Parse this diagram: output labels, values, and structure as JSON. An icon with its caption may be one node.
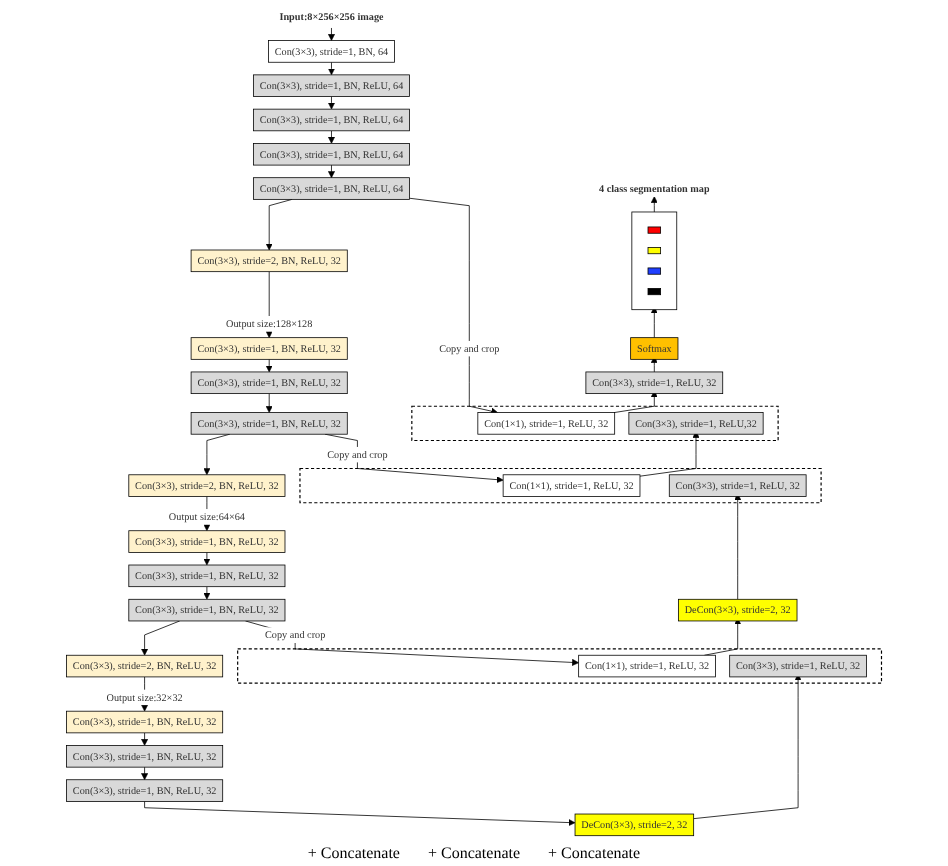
{
  "diagram": {
    "nodes": [
      {
        "text": [
          "Input:8×256×256 image"
        ]
      },
      {
        "text": [
          "Con(3×3), stride=1, BN, 64"
        ]
      },
      {
        "text": [
          "Con(3×3), stride=1, BN, ReLU, 64"
        ]
      },
      {
        "text": [
          "Con(3×3), stride=1, BN, ReLU, 64"
        ]
      },
      {
        "text": [
          "Con(3×3), stride=1, BN, ReLU, 64"
        ]
      },
      {
        "text": [
          "Con(3×3), stride=1, BN, ReLU, 64"
        ]
      },
      {
        "text": [
          "Con(3×3), stride=2, BN, ReLU, 32"
        ]
      },
      {
        "text": [
          "Con(3×3), stride=1, BN, ReLU, 32"
        ]
      },
      {
        "text": [
          "Con(3×3), stride=1, BN, ReLU, 32"
        ]
      },
      {
        "text": [
          "Con(3×3), stride=1, BN, ReLU, 32"
        ]
      },
      {
        "text": [
          "Con(3×3), stride=2, BN, ReLU, 32"
        ]
      },
      {
        "text": [
          "Con(3×3), stride=1, BN, ReLU, 32"
        ]
      },
      {
        "text": [
          "Con(3×3), stride=1, BN, ReLU, 32"
        ]
      },
      {
        "text": [
          "Con(3×3), stride=1, BN, ReLU, 32"
        ]
      },
      {
        "text": [
          "Con(3×3), stride=2, BN, ReLU, 32"
        ]
      },
      {
        "text": [
          "Con(3×3), stride=1, BN, ReLU, 32"
        ]
      },
      {
        "text": [
          "Con(3×3), stride=1, BN, ReLU, 32"
        ]
      },
      {
        "text": [
          "Con(3×3), stride=1, BN, ReLU, 32"
        ]
      },
      {
        "text": [
          "DeCon(3×3), stride=2, 32"
        ]
      },
      {
        "text": [],
        "shape": "box"
      },
      {
        "text": [
          "Con(1×1), stride=1, ReLU, 32"
        ],
        "in": 19
      },
      {
        "text": [
          "Con(3×3), stride=1, ReLU, 32"
        ],
        "in": 19
      },
      {
        "text": [
          "DeCon(3×3), stride=2, 32"
        ]
      },
      {
        "text": [],
        "shape": "box"
      },
      {
        "text": [
          "Con(1×1), stride=1, ReLU, 32"
        ],
        "in": 23
      },
      {
        "text": [
          "Con(3×3), stride=1, ReLU, 32"
        ],
        "in": 23
      },
      {
        "text": [],
        "shape": "box"
      },
      {
        "text": [
          "Con(1×1), stride=1, ReLU, 32"
        ],
        "in": 26
      },
      {
        "text": [
          "Con(3×3), stride=1, ReLU,32"
        ],
        "in": 26
      },
      {
        "text": [
          "Con(3×3), stride=1,  ReLU, 32"
        ]
      },
      {
        "text": [
          "Softmax"
        ]
      },
      {
        "text": [],
        "shape": "bar"
      },
      {
        "text": [],
        "shape": "box",
        "in": 31
      },
      {
        "text": [],
        "shape": "box",
        "in": 31
      },
      {
        "text": [],
        "shape": "box",
        "in": 31
      },
      {
        "text": [],
        "shape": "box",
        "in": 31
      },
      {
        "text": [
          "4 class segmentation map"
        ]
      }
    ],
    "edges": [
      {
        "from": 0,
        "to": 1,
        "arrow": "to"
      },
      {
        "from": 1,
        "to": 2,
        "arrow": "to"
      },
      {
        "from": 2,
        "to": 3,
        "arrow": "to"
      },
      {
        "from": 3,
        "to": 4,
        "arrow": "to"
      },
      {
        "from": 4,
        "to": 5,
        "arrow": "to"
      },
      {
        "from": 5,
        "to": 6,
        "arrow": "to"
      },
      {
        "from": 6,
        "to": 7,
        "arrow": "to",
        "label": "Output size:128×128"
      },
      {
        "from": 7,
        "to": 8,
        "arrow": "to"
      },
      {
        "from": 8,
        "to": 9,
        "arrow": "to"
      },
      {
        "from": 9,
        "to": 10,
        "arrow": "to"
      },
      {
        "from": 10,
        "to": 11,
        "arrow": "to",
        "label": "Output size:64×64"
      },
      {
        "from": 11,
        "to": 12,
        "arrow": "to"
      },
      {
        "from": 12,
        "to": 13,
        "arrow": "to"
      },
      {
        "from": 13,
        "to": 14,
        "arrow": "to"
      },
      {
        "from": 14,
        "to": 15,
        "arrow": "to",
        "label": "Output size:32×32"
      },
      {
        "from": 15,
        "to": 16,
        "arrow": "to"
      },
      {
        "from": 16,
        "to": 17,
        "arrow": "to"
      },
      {
        "from": 17,
        "to": 18,
        "arrow": "to"
      },
      {
        "from": 18,
        "to": 21,
        "arrow": "to"
      },
      {
        "from": 13,
        "to": 20,
        "arrow": "to",
        "label": "Copy and crop"
      },
      {
        "from": 20,
        "to": 22,
        "arrow": "to"
      },
      {
        "from": 22,
        "to": 25,
        "arrow": "to"
      },
      {
        "from": 9,
        "to": 24,
        "arrow": "to",
        "label": "Copy and crop"
      },
      {
        "from": 24,
        "to": 28,
        "arrow": "to"
      },
      {
        "from": 5,
        "to": 27,
        "arrow": "to",
        "label": "Copy and crop"
      },
      {
        "from": 27,
        "to": 29,
        "arrow": "to"
      },
      {
        "from": 29,
        "to": 30,
        "arrow": "to"
      },
      {
        "from": 30,
        "to": 31,
        "arrow": "to"
      },
      {
        "from": 31,
        "to": 36,
        "arrow": "to"
      }
    ],
    "labels": [
      "+ Concatenate",
      "+ Concatenate",
      "+ Concatenate"
    ]
  }
}
